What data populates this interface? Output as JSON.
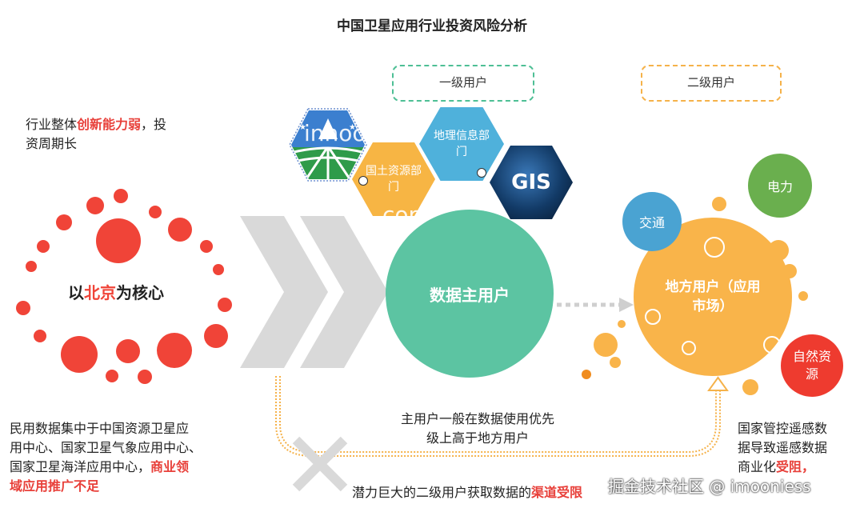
{
  "title": "中国卫星应用行业投资风险分析",
  "boxes": {
    "primary": "一级用户",
    "secondary": "二级用户"
  },
  "left_top": {
    "plain1": "行业整体",
    "emph": "创新能力弱",
    "plain2": "，投",
    "line2": "资周期长"
  },
  "core": {
    "pre": "以",
    "emph": "北京",
    "post": "为核心"
  },
  "left_bottom": {
    "line1": "民用数据集中于中国资源卫星应",
    "line2": "用中心、国家卫星气象应用中心、",
    "line3a": "国家卫星海洋应用中心，",
    "line3b": "商业领",
    "line4": "域应用推广不足"
  },
  "hexes": {
    "land": "国土资源部门",
    "geo": "地理信息部门"
  },
  "gis_label": "GIS",
  "data_user": "数据主用户",
  "mid_caption": {
    "line1": "主用户一般在数据使用优先",
    "line2": "级上高于地方用户"
  },
  "local_user": "地方用户（应用市场）",
  "bubbles": {
    "power": "电力",
    "transport": "交通",
    "nature": "自然资源"
  },
  "right_text": {
    "line1": "国家管控遥感数",
    "line2": "据导致遥感数据",
    "line3a": "商业化",
    "line3b": "受阻，"
  },
  "bottom": {
    "plain": "潜力巨大的二级用户获取数据的",
    "emph": "渠道受限"
  },
  "watermarks": {
    "w1": "innoo",
    "w2": "competitio",
    "w3": "掘金技术社区 @ imooniess"
  },
  "colors": {
    "red": "#f04438",
    "teal": "#5cc4a2",
    "orange": "#f9b44a",
    "blue": "#4aa3d2",
    "green": "#6aaf4e",
    "grey": "#d9d9d9"
  }
}
